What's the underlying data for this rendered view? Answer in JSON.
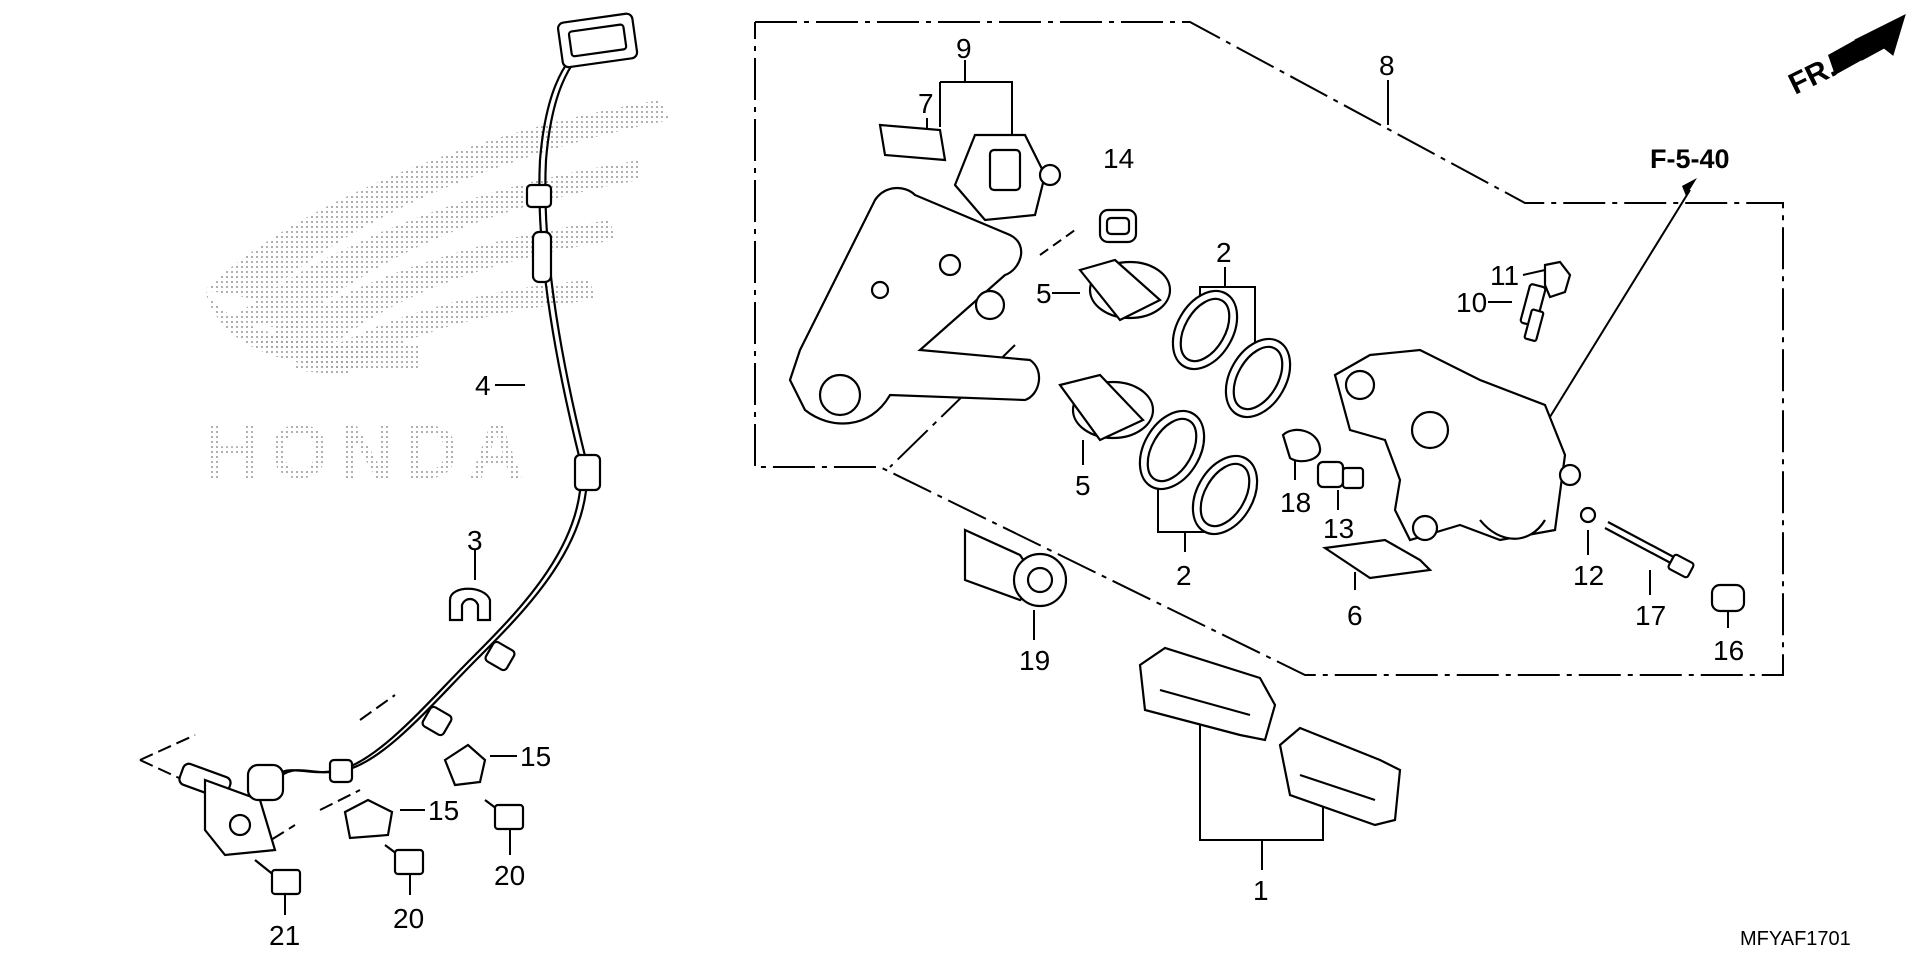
{
  "diagram": {
    "part_numbers": {
      "p1": "1",
      "p2a": "2",
      "p2b": "2",
      "p3": "3",
      "p4": "4",
      "p5a": "5",
      "p5b": "5",
      "p6": "6",
      "p7": "7",
      "p8": "8",
      "p9": "9",
      "p10": "10",
      "p11": "11",
      "p12": "12",
      "p13": "13",
      "p14": "14",
      "p15a": "15",
      "p15b": "15",
      "p16": "16",
      "p17": "17",
      "p18": "18",
      "p19": "19",
      "p20a": "20",
      "p20b": "20",
      "p21": "21"
    },
    "reference_label": "F-5-40",
    "front_label": "FR.",
    "watermark_text": "HONDA",
    "figure_code": "MFYAF1701"
  },
  "colors": {
    "ink": "#000000",
    "paper": "#ffffff",
    "watermark": "#bdbdbd"
  }
}
